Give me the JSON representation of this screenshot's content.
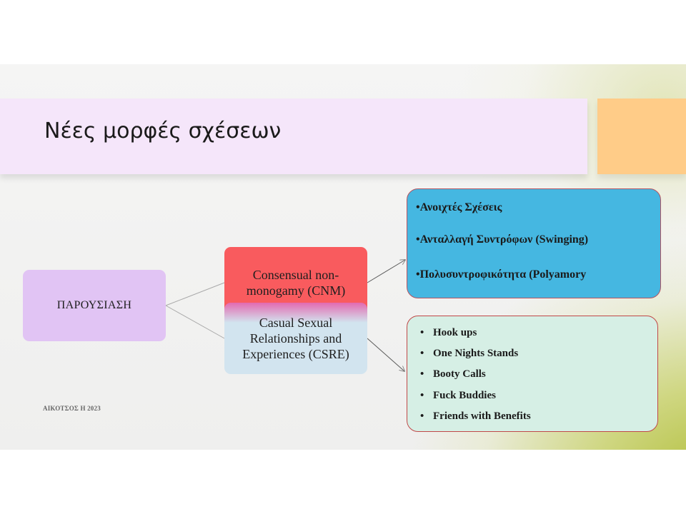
{
  "title": "Νέες μορφές σχέσεων",
  "root_node": "ΠΑΡΟΥΣΙΑΣΗ",
  "branches": [
    {
      "label_lines": [
        "Consensual non-",
        "monogamy  (CNM)"
      ],
      "items": [
        "•Ανοιχτές Σχέσεις",
        "•Ανταλλαγή Συντρόφων (Swinging)",
        "•Πολυσυντροφικότητα  (Polyamory"
      ]
    },
    {
      "label_lines": [
        "Casual Sexual",
        "Relationships and",
        "Experiences (CSRE)"
      ],
      "items": [
        "Hook ups",
        "One Nights Stands",
        "Booty Calls",
        "Fuck Buddies",
        "Friends with Benefits"
      ]
    }
  ],
  "footer": "ΑΙΚΟΤΣΟΣ Η 2023",
  "colors": {
    "title_bar": "#f5e6fa",
    "accent_block": "#ffcc88",
    "root_node": "#e1c4f4",
    "cnm_node": "#f95b5e",
    "csre_node": "#d2e4ef",
    "cnm_box": "#45b7e1",
    "csre_box": "#d6efe5"
  }
}
